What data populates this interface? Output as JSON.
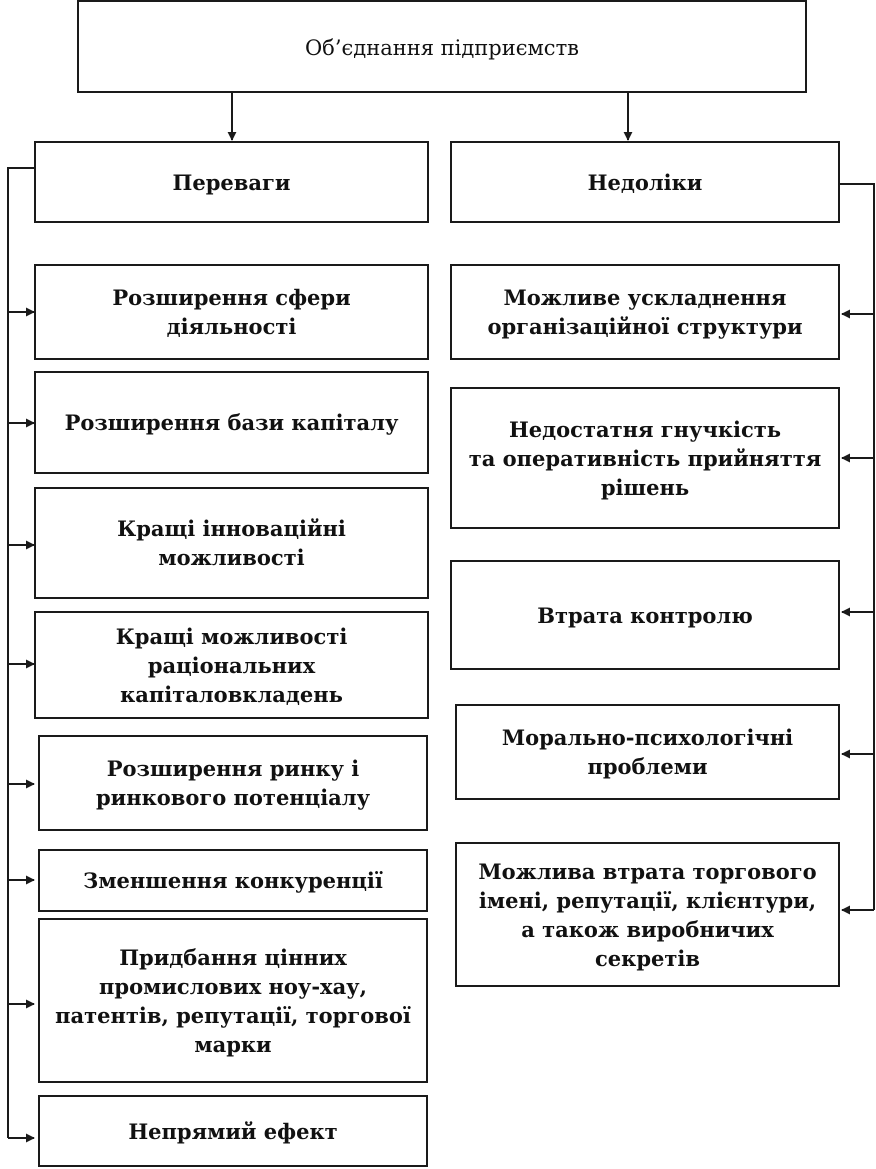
{
  "root": {
    "label": "Об’єднання підприємств"
  },
  "advantages": {
    "header": "Переваги",
    "items": [
      [
        "Розширення сфери",
        "діяльності"
      ],
      [
        "Розширення бази капіталу"
      ],
      [
        "Кращі інноваційні",
        "можливості"
      ],
      [
        "Кращі можливості",
        "раціональних",
        "капіталовкладень"
      ],
      [
        "Розширення ринку і",
        "ринкового потенціалу"
      ],
      [
        "Зменшення конкуренції"
      ],
      [
        "Придбання цінних",
        "промислових ноу-хау,",
        "патентів, репутації, торгової",
        "марки"
      ],
      [
        "Непрямий ефект"
      ]
    ]
  },
  "disadvantages": {
    "header": "Недоліки",
    "items": [
      [
        "Можливе ускладнення",
        "організаційної структури"
      ],
      [
        "Недостатня гнучкість",
        "та оперативність прийняття",
        "рішень"
      ],
      [
        "Втрата контролю"
      ],
      [
        "Морально-психологічні",
        "проблеми"
      ],
      [
        "Можлива втрата торгового",
        "імені, репутації, клієнтури,",
        "а також виробничих",
        "секретів"
      ]
    ]
  }
}
